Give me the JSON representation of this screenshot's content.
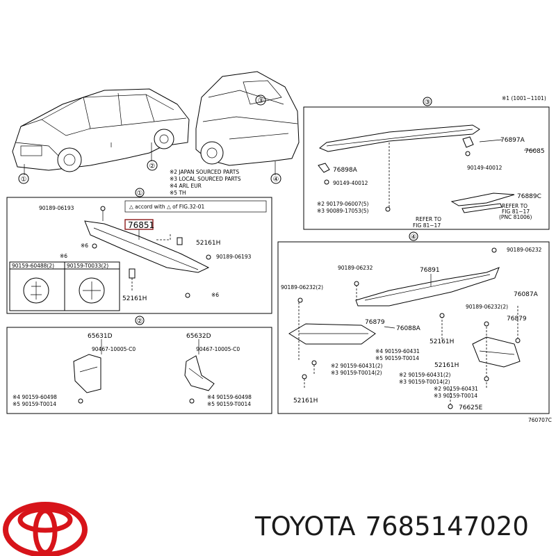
{
  "footer": {
    "brand": "TOYOTA",
    "part_number": "7685147020",
    "logo_color": "#d7141a"
  },
  "header_note": "※1 (1001−1101)",
  "car_view": {
    "callouts": [
      "①",
      "②",
      "③",
      "④"
    ],
    "notes": [
      "※2 JAPAN SOURCED PARTS",
      "※3 LOCAL SOURCED PARTS",
      "※4 ARL EUR",
      "※5 TH"
    ]
  },
  "panel1": {
    "num": "①",
    "labels": {
      "fastener_top": "90189-06193",
      "note": "△ accord with △ of FIG.32-01",
      "highlight_part": "76851",
      "clip_right": "52161H",
      "screw_right": "90189-06193",
      "clip_bottom": "52161H",
      "x6_a": "※6",
      "x6_b": "※6",
      "x6_c": "※6",
      "clip_left_code": "90159-60488(2)",
      "clip_right_code": "90159-T0033(2)"
    }
  },
  "panel2": {
    "num": "②",
    "labels": {
      "left_part": "65631D",
      "left_screw": "90467-10005-C0",
      "left_note_a": "※4 90159-60498",
      "left_note_b": "※5 90159-T0014",
      "right_part": "65632D",
      "right_screw": "90467-10005-C0",
      "right_note_a": "※4 90159-60498",
      "right_note_b": "※5 90159-T0014"
    }
  },
  "panel3": {
    "num": "③",
    "labels": {
      "spoiler": "76085",
      "part_a": "76897A",
      "screw_a": "90149-40012",
      "part_b": "76898A",
      "screw_b": "90149-40012",
      "part_c": "76889C",
      "note_a": "※2 90179-06007(5)",
      "note_b": "※3 90089-17053(5)",
      "refer_left": "REFER TO\nFIG 81-17",
      "refer_right": "REFER TO\nFIG 81-17\n(PNC 81006)"
    }
  },
  "panel4": {
    "num": "④",
    "labels": {
      "screw_tr": "90189-06232",
      "screw_tl": "90189-06232",
      "screw_l2": "90189-06232(2)",
      "cover": "76891",
      "part_76879a": "76879",
      "part_76088a": "76088A",
      "part_76087a": "76087A",
      "screw_r2": "90189-06232(2)",
      "part_76879b": "76879",
      "clip_a": "52161H",
      "clip_b": "52161H",
      "clip_c": "52161H",
      "note_l1": "※4 90159-60431",
      "note_l2": "※5 90159-T0014",
      "note_l3": "※2 90159-60431(2)",
      "note_l4": "※3 90159-T0014(2)",
      "note_r1": "※2 90159-60431(2)",
      "note_r2": "※3 90159-T0014(2)",
      "note_r3": "※2 90159-60431",
      "note_r4": "※3 90159-T0014",
      "part_76625e": "76625E"
    }
  },
  "figure_code": "760707C"
}
